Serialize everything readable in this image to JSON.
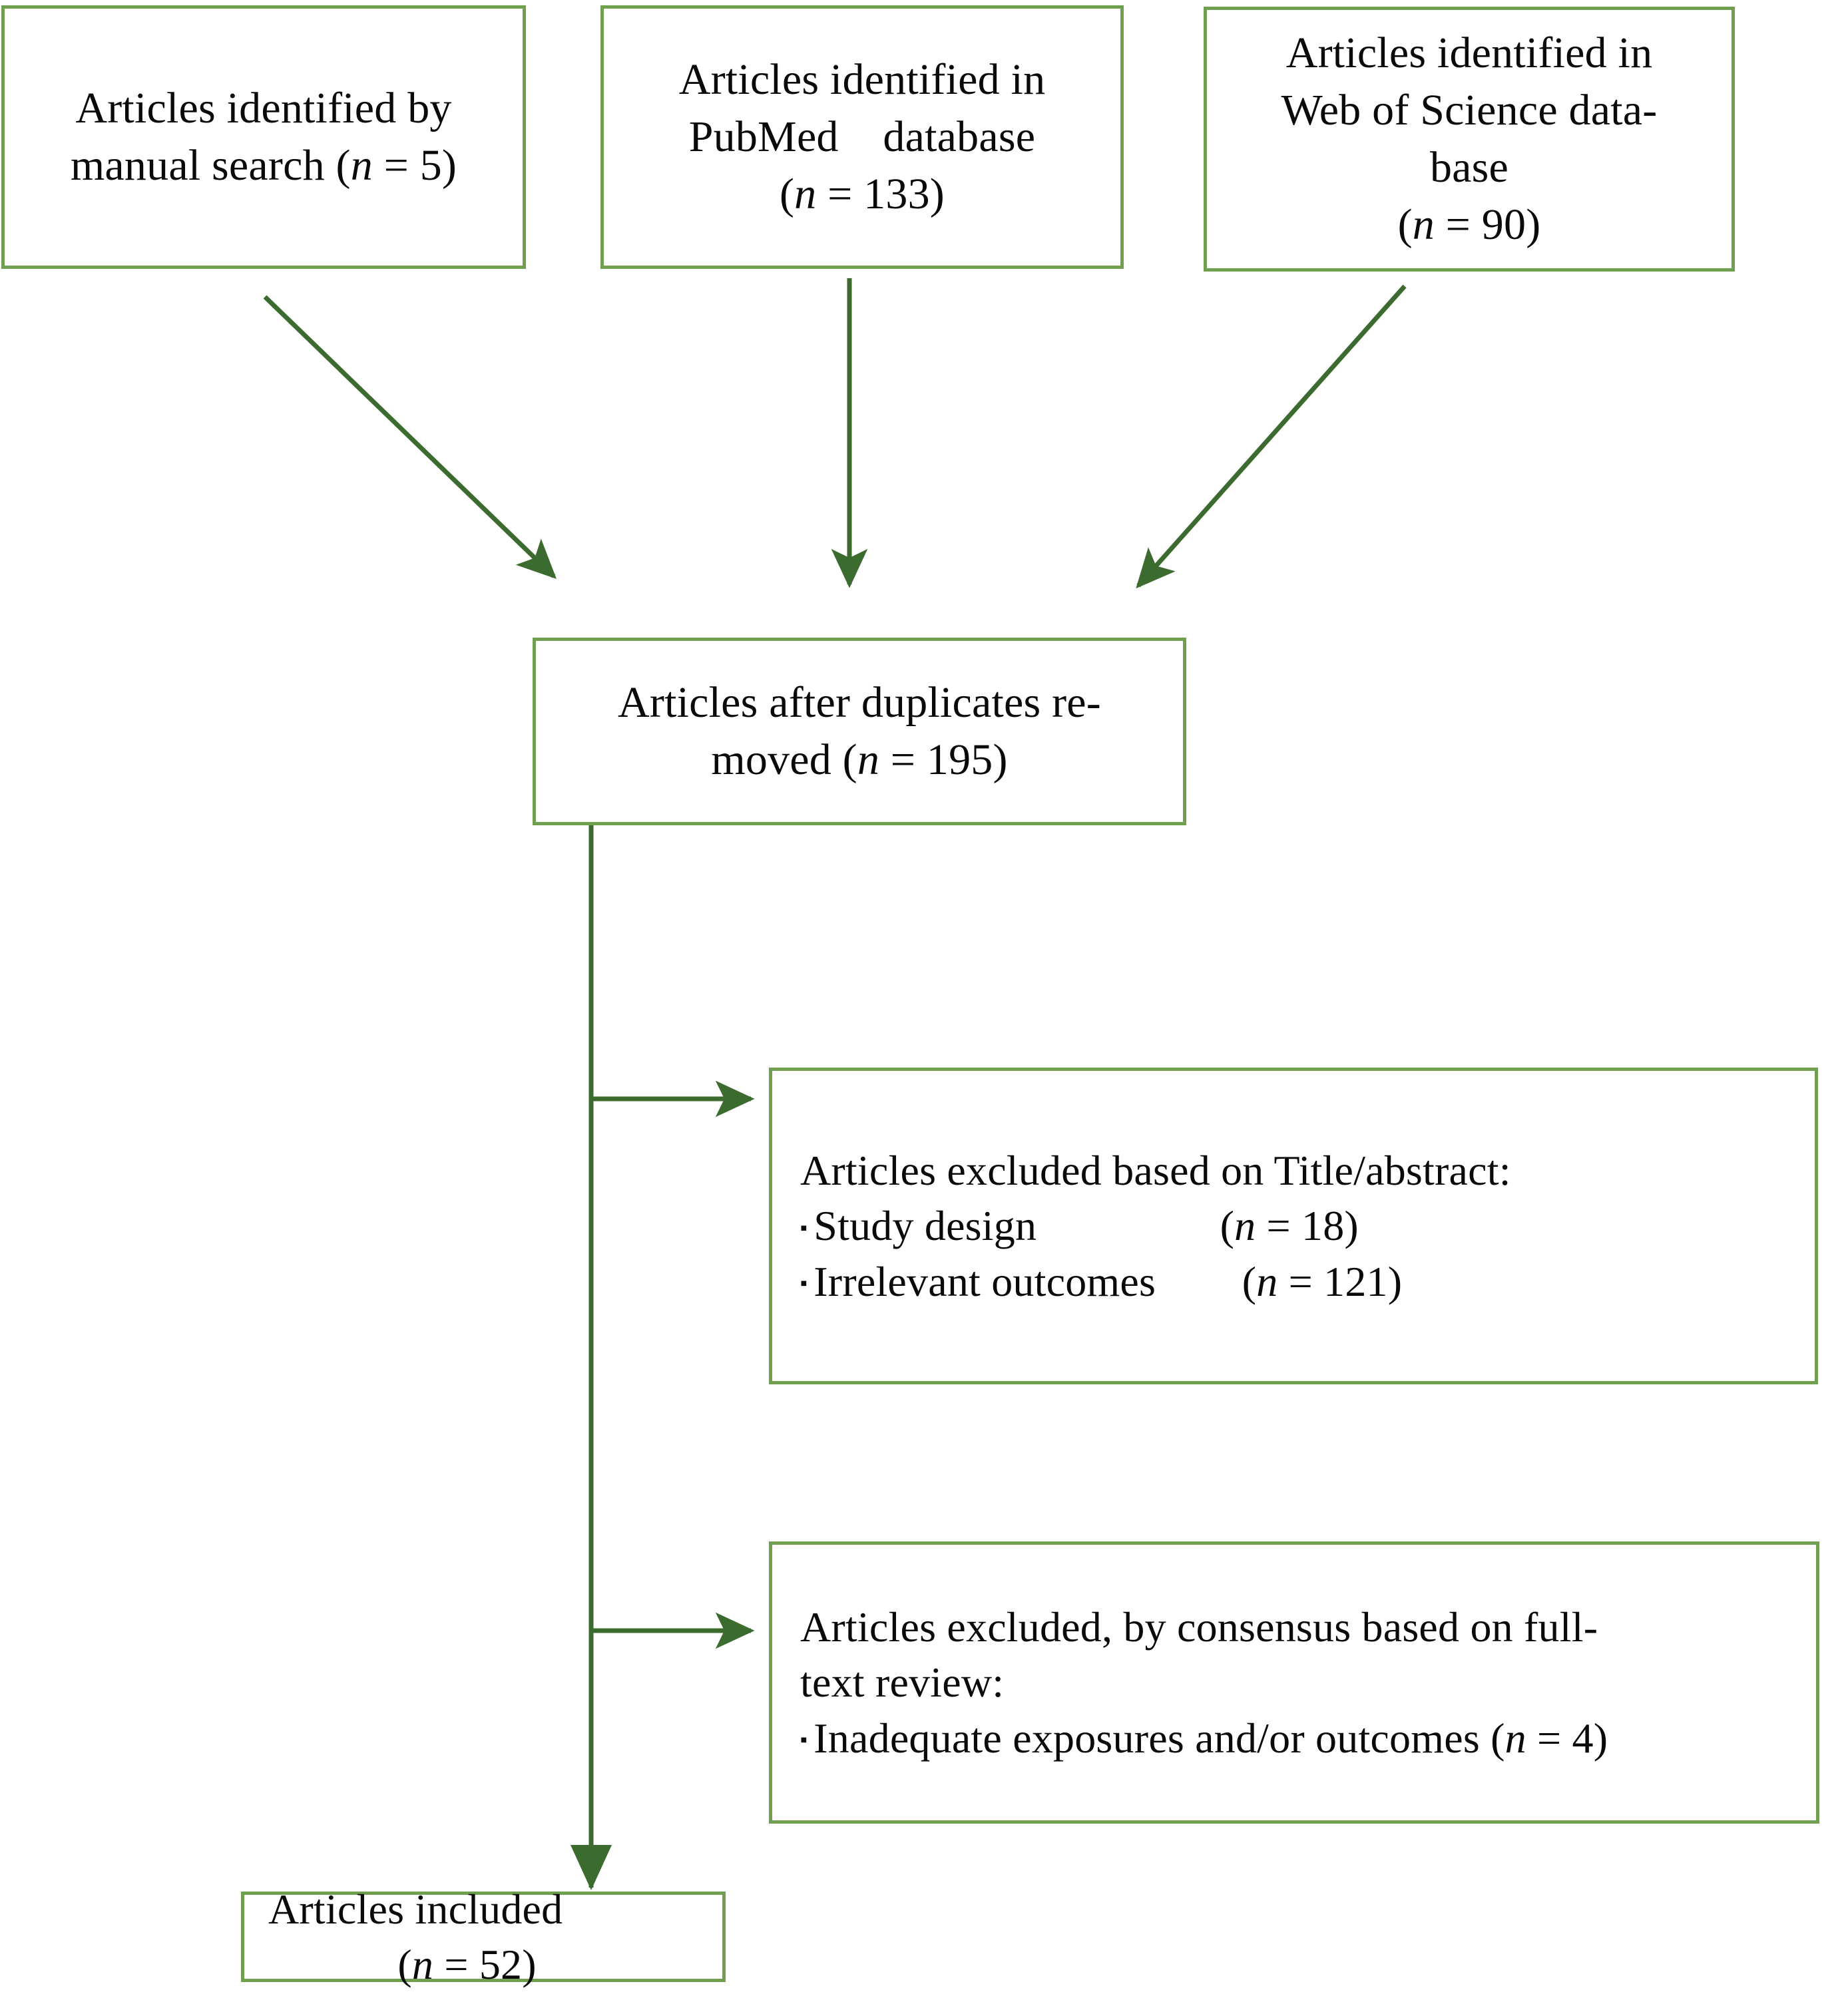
{
  "diagram": {
    "type": "prisma-flow-diagram",
    "border_color": "#70a04f",
    "connector_color": "#3c6b2f",
    "text_color": "#0a0a0a",
    "background": "#ffffff"
  },
  "nodes": {
    "manual_search": {
      "line1": "Articles identified by",
      "line2_pre": "manual search (",
      "line2_ital": "n",
      "line2_post": " = 5)",
      "count": 5
    },
    "pubmed": {
      "line1": "Articles identified in",
      "line2": "PubMed    database",
      "line3_pre": "(",
      "line3_ital": "n",
      "line3_post": " = 133)",
      "count": 133
    },
    "web_of_science": {
      "line1": "Articles identified in",
      "line2": "Web of Science data-",
      "line3": "base",
      "line4_pre": "(",
      "line4_ital": "n",
      "line4_post": " = 90)",
      "count": 90
    },
    "duplicates_removed": {
      "line1": "Articles after duplicates re-",
      "line2_pre": "moved (",
      "line2_ital": "n",
      "line2_post": " = 195)",
      "count": 195
    },
    "excluded_title_abstract": {
      "heading": "Articles excluded based on Title/abstract:",
      "bullets": [
        {
          "marker": "▪",
          "label": "Study design",
          "spacer": "                 ",
          "count_pre": "(",
          "count_ital": "n",
          "count_post": " = 18)",
          "count": 18
        },
        {
          "marker": "▪",
          "label": "Irrelevant outcomes",
          "spacer": "        ",
          "count_pre": "(",
          "count_ital": "n",
          "count_post": " = 121)",
          "count": 121
        }
      ]
    },
    "excluded_full_text": {
      "heading_line1": "Articles excluded, by consensus based on full-",
      "heading_line2": "text review:",
      "bullets": [
        {
          "marker": "▪",
          "label": "Inadequate exposures and/or outcomes ",
          "count_pre": "(",
          "count_ital": "n",
          "count_post": " = 4)",
          "count": 4
        }
      ]
    },
    "included": {
      "label": "Articles included",
      "spacer": "            ",
      "count_pre": "(",
      "count_ital": "n",
      "count_post": " = 52)",
      "count": 52
    }
  },
  "connectors": [
    {
      "name": "manual-to-duplicates",
      "kind": "diagonal-arrow"
    },
    {
      "name": "pubmed-to-duplicates",
      "kind": "vertical-arrow"
    },
    {
      "name": "wos-to-duplicates",
      "kind": "diagonal-arrow"
    },
    {
      "name": "duplicates-trunk",
      "kind": "vertical-line"
    },
    {
      "name": "branch-to-excluded-title-abstract",
      "kind": "horizontal-arrow"
    },
    {
      "name": "branch-to-excluded-full-text",
      "kind": "horizontal-arrow"
    },
    {
      "name": "trunk-to-included",
      "kind": "vertical-arrow"
    }
  ]
}
